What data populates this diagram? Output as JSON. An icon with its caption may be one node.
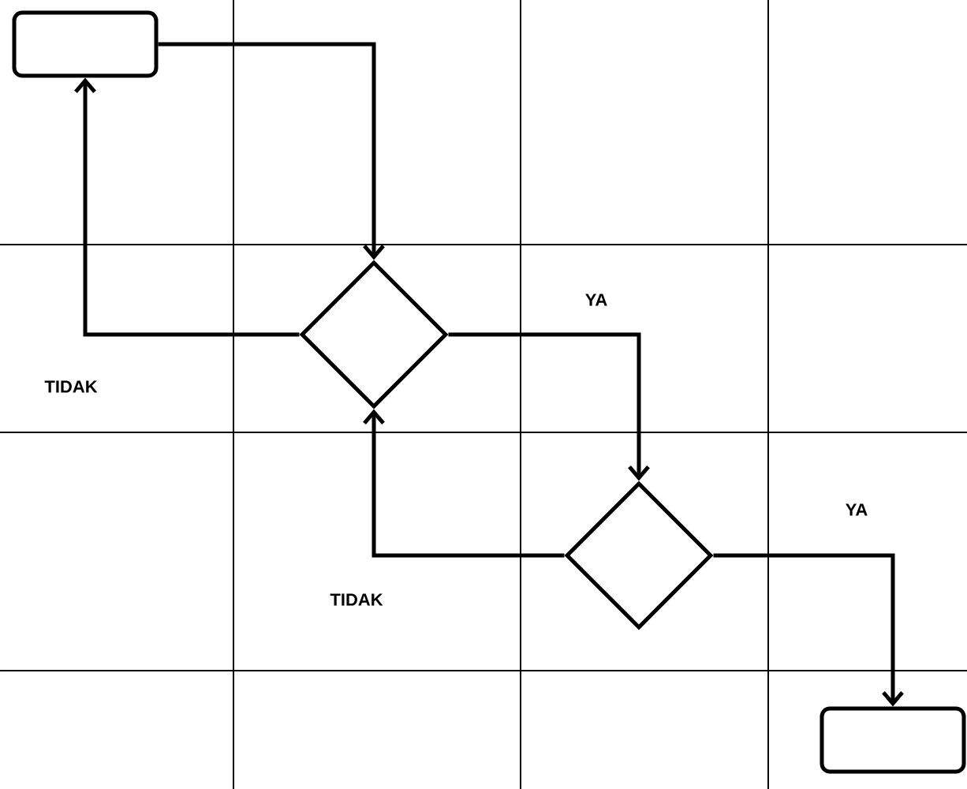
{
  "diagram": {
    "nodes": [
      {
        "text": [],
        "shape": "box"
      },
      {
        "text": [],
        "shape": "diamond"
      },
      {
        "text": [],
        "shape": "diamond"
      },
      {
        "text": [],
        "shape": "box"
      }
    ],
    "edges": [
      {
        "from": 0,
        "to": 1,
        "arrow": "to"
      },
      {
        "from": 1,
        "to": 0,
        "arrow": "to",
        "label": "TIDAK"
      },
      {
        "from": 1,
        "to": 2,
        "arrow": "to",
        "label": "YA"
      },
      {
        "from": 2,
        "to": 1,
        "arrow": "to",
        "label": "TIDAK"
      },
      {
        "from": 2,
        "to": 3,
        "arrow": "to",
        "label": "YA"
      }
    ]
  }
}
